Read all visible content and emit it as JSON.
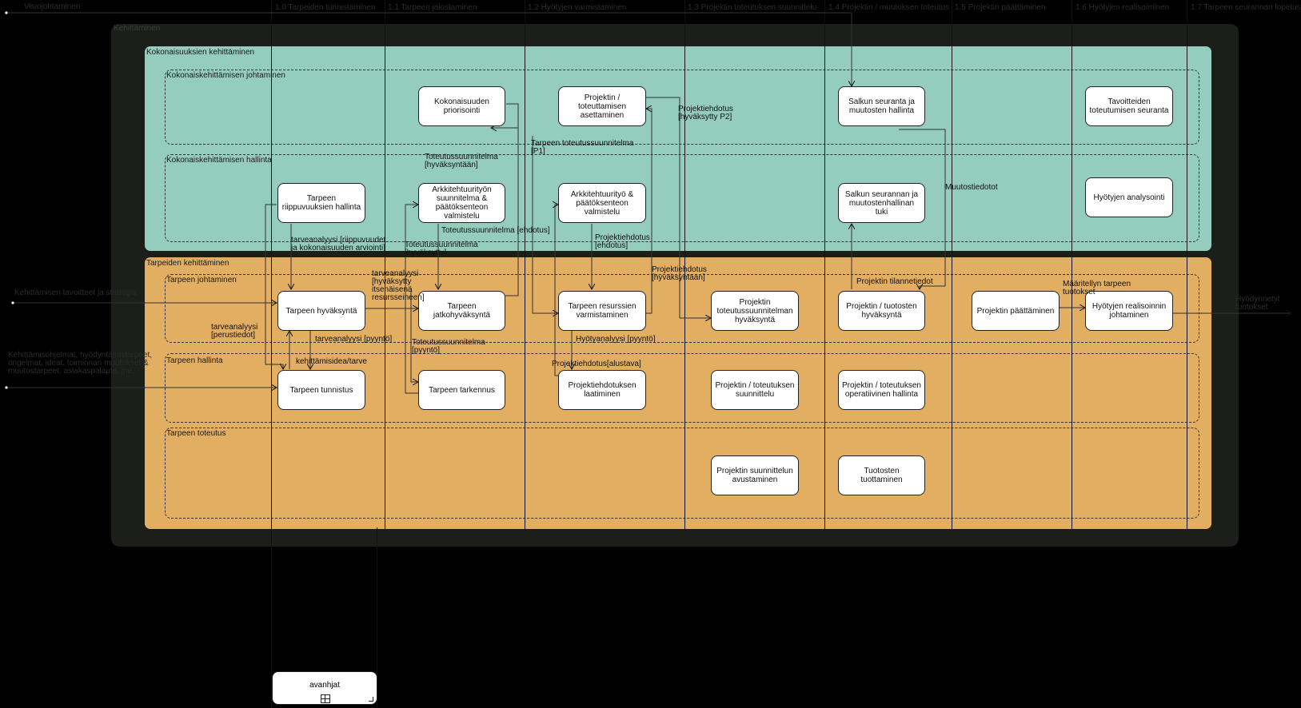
{
  "outer": {
    "label": "Kehittäminen"
  },
  "phases": [
    "1.0 Tarpeiden tunnistaminen",
    "1.1 Tarpeen jalostaminen",
    "1.2 Hyötyjen varmistaminen",
    "1.3 Projektin toteutuksen suunnittelu",
    "1.4 Projektin / muutoksen toteutus",
    "1.5 Projektin päättäminen",
    "1.6 Hyötyjen realisoiminen",
    "1.7 Tarpeen seurannan lopetus"
  ],
  "bands": {
    "kokonaisuudet": "Kokonaisuuksien kehittäminen",
    "tarpeet": "Tarpeiden kehittäminen"
  },
  "lanes": {
    "kok_johtaminen": "Kokonaiskehittämisen johtaminen",
    "kok_hallinta": "Kokonaiskehittämisen hallinta",
    "tarpeen_johtaminen": "Tarpeen johtaminen",
    "tarpeen_hallinta": "Tarpeen hallinta",
    "tarpeen_toteutus": "Tarpeen toteutus"
  },
  "boxes": {
    "kokonaisuuden_priorisointi": "Kokonaisuuden priorisointi",
    "projektin_asettaminen": "Projektin / toteuttamisen asettaminen",
    "salkun_seuranta": "Salkun seuranta ja muutosten hallinta",
    "tavoitteiden_seuranta": "Tavoitteiden toteutumisen seuranta",
    "riippuvuuksien_hallinta": "Tarpeen riippuvuuksien hallinta",
    "arkkitehtuurityon_suunnitelma": "Arkkitehtuurityön suunnitelma & päätöksenteon valmistelu",
    "arkkitehtuurityo_valmistelu": "Arkkitehtuurityö & päätöksenteon valmistelu",
    "salkun_seurannan_tuki": "Salkun seurannan ja muutostenhallinan tuki",
    "hyotyjen_analysointi": "Hyötyjen analysointi",
    "tarpeen_hyvaksynta": "Tarpeen hyväksyntä",
    "jatkohyvaksynta": "Tarpeen jatkohyväksyntä",
    "resurssien_varmistaminen": "Tarpeen resurssien varmistaminen",
    "toteutussuunnitelman_hyvaksynta": "Projektin toteutussuunnitelman hyväksyntä",
    "tuotosten_hyvaksynta": "Projektin / tuotosten hyväksyntä",
    "projektin_paattaminen": "Projektin päättäminen",
    "hyotyjen_realisointi": "Hyötyjen realisoinnin johtaminen",
    "tarpeen_tunnistus": "Tarpeen tunnistus",
    "tarpeen_tarkennus": "Tarpeen tarkennus",
    "projektiehdotuksen_laatiminen": "Projektiehdotuksen laatiminen",
    "toteutuksen_suunnittelu": "Projektin / toteutuksen suunnittelu",
    "operatiivinen_hallinta": "Projektin / toteutuksen operatiivinen hallinta",
    "suunnittelun_avustaminen": "Projektin suunnittelun avustaminen",
    "tuotosten_tuottaminen": "Tuotosten tuottaminen"
  },
  "labels": {
    "projektiehdotus_p2": "Projektiehdotus [hyväksytty P2]",
    "tarpeen_toteutussuunnitelma_p1": "Tarpeen toteutussuunnitelma [P1]",
    "toteutussuunnitelma_hyvaksyntaan": "Toteutussuunnitelma [hyväksyntään]",
    "muutostiedotot": "Muutostiedotot",
    "toteutussuunnitelma_ehdotus": "Toteutussuunnitelma [ehdotus]",
    "tarveanalyysi_riippuvuudet": "tarveanalyysi [riippuvuudet ja kokonaisuuden arviointi]",
    "toteutussuunnitelma_hyvaksytty": "Toteutussuunnitelma [hyväksytty]",
    "projektiehdotus_ehdotus": "Projektiehdotus [ehdotus]",
    "projektiehdotus_hyvaksyntaan": "Projektiehdotus [hyväksyntään]",
    "tarveanalyysi_itsenaisena": "tarveanalyysi [hyväksytty itsenäisenä resursseineen]",
    "projektin_tilannetiedot": "Projektin tilannetiedot",
    "maaritellyn_tarpeen_tuotokset": "Määritellyn tarpeen tuotokset",
    "tarveanalyysi_perustiedot": "tarveanalyysi [perustiedot]",
    "tarveanalyysi_pyynto": "tarveanalyysi [pyyntö]",
    "hyotyanalyysi_pyynto": "Hyötyanalyysi [pyyntö]",
    "toteutussuunnitelma_pyynto": "Toteutussuunnitelma [pyyntö]",
    "projektiehdotus_alustava": "Projektiehdotus[alustava]",
    "kehittamisidea": "kehittämisidea/tarve"
  },
  "external": {
    "visiojohtaminen": "Visiojohtaminen",
    "kehittamisen_tavoitteet": "Kehittämisen tavoitteet ja strategia",
    "kehittamisohjelma": "Kehittämisohjelmat, hyödyntämistarpeet, ongelmat, ideat, toiminnan muutokset & muutostarpeet, asiakaspalaute, jne.",
    "tuotokset_ulos": "Hyödynnetyt tuotokset"
  },
  "avanhjat": "avanhjat",
  "colors": {
    "teal": "#94cdbd",
    "orange": "#e2ae62",
    "outer": "#1c1e1a"
  }
}
